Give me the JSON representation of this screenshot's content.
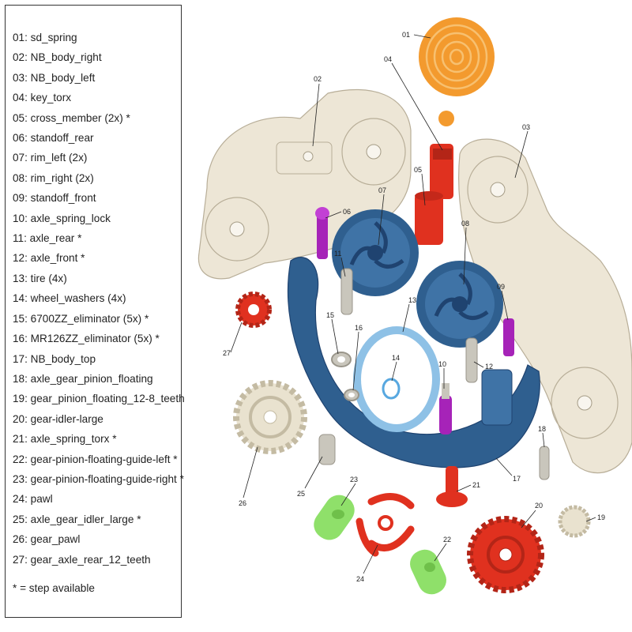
{
  "legend": {
    "items": [
      "01: sd_spring",
      "02: NB_body_right",
      "03: NB_body_left",
      "04: key_torx",
      "05: cross_member (2x) *",
      "06: standoff_rear",
      "07: rim_left (2x)",
      "08: rim_right (2x)",
      "09: standoff_front",
      "10: axle_spring_lock",
      "11: axle_rear *",
      "12: axle_front *",
      "13: tire (4x)",
      "14: wheel_washers (4x)",
      "15: 6700ZZ_eliminator (5x) *",
      "16: MR126ZZ_eliminator (5x) *",
      "17: NB_body_top",
      "18: axle_gear_pinion_floating",
      "19: gear_pinion_floating_12-8_teeth",
      "20: gear-idler-large",
      "21: axle_spring_torx *",
      "22: gear-pinion-floating-guide-left *",
      "23: gear-pinion-floating-guide-right *",
      "24: pawl",
      "25: axle_gear_idler_large *",
      "26: gear_pawl",
      "27: gear_axle_rear_12_teeth"
    ],
    "footnote": "* = step available"
  },
  "callouts": [
    "01",
    "02",
    "03",
    "04",
    "05",
    "06",
    "07",
    "08",
    "09",
    "10",
    "11",
    "12",
    "13",
    "14",
    "15",
    "16",
    "17",
    "18",
    "19",
    "20",
    "21",
    "22",
    "23",
    "24",
    "25",
    "26",
    "27"
  ],
  "colors": {
    "spring": "#f39a2e",
    "body": "#ede6d6",
    "body_edge": "#b8ae98",
    "blue": "#2f5f8f",
    "blue_dark": "#1f4370",
    "light_blue": "#8ec1e6",
    "red": "#e0311f",
    "magenta": "#a623b8",
    "green": "#8fe06a",
    "grey": "#c9c6bc",
    "gear_beige": "#e9e2cf"
  }
}
